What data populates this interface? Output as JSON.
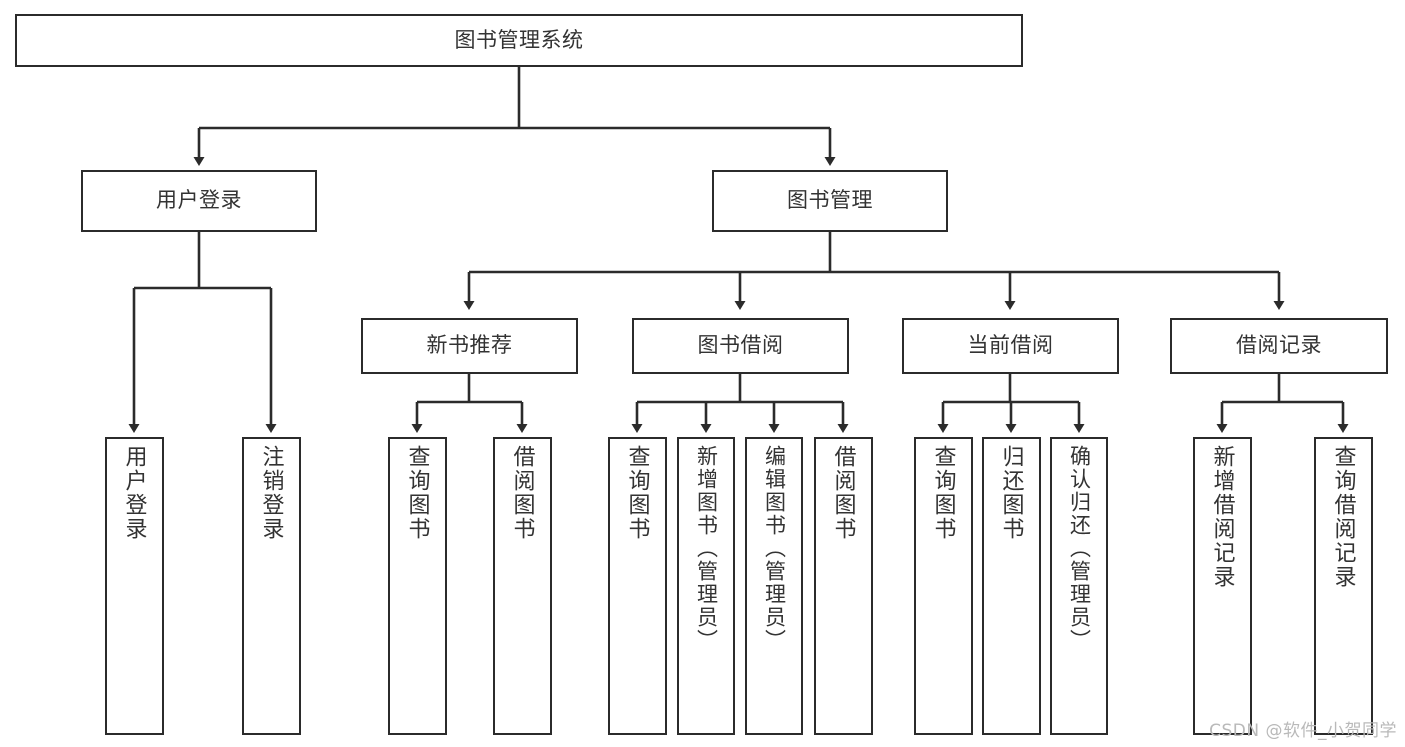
{
  "diagram": {
    "title": "图书管理系统",
    "type": "tree-hierarchy",
    "watermark": "CSDN @软件_小贺同学",
    "colors": {
      "box_border": "#2b2b2b",
      "box_fill": "#ffffff",
      "text": "#333333",
      "edge": "#2b2b2b",
      "watermark": "#b9b9b9",
      "background": "#ffffff"
    },
    "nodes": {
      "root": {
        "label": "图书管理系统"
      },
      "level2": [
        {
          "id": "user-login",
          "label": "用户登录"
        },
        {
          "id": "book-manage",
          "label": "图书管理"
        }
      ],
      "level3": [
        {
          "id": "new-book-recommend",
          "label": "新书推荐"
        },
        {
          "id": "book-borrow",
          "label": "图书借阅"
        },
        {
          "id": "current-borrow",
          "label": "当前借阅"
        },
        {
          "id": "borrow-record",
          "label": "借阅记录"
        }
      ],
      "leaves": {
        "user-login": [
          {
            "id": "leaf-user-login",
            "label": "用户登录"
          },
          {
            "id": "leaf-logout-login",
            "label": "注销登录"
          }
        ],
        "new-book-recommend": [
          {
            "id": "leaf-query-book-1",
            "label": "查询图书"
          },
          {
            "id": "leaf-borrow-book-1",
            "label": "借阅图书"
          }
        ],
        "book-borrow": [
          {
            "id": "leaf-query-book-2",
            "label": "查询图书"
          },
          {
            "id": "leaf-add-book",
            "label": "新增图书（管理员）"
          },
          {
            "id": "leaf-edit-book",
            "label": "编辑图书（管理员）"
          },
          {
            "id": "leaf-borrow-book-2",
            "label": "借阅图书"
          }
        ],
        "current-borrow": [
          {
            "id": "leaf-query-book-3",
            "label": "查询图书"
          },
          {
            "id": "leaf-return-book",
            "label": "归还图书"
          },
          {
            "id": "leaf-confirm-return",
            "label": "确认归还（管理员）"
          }
        ],
        "borrow-record": [
          {
            "id": "leaf-add-record",
            "label": "新增借阅记录"
          },
          {
            "id": "leaf-query-record",
            "label": "查询借阅记录"
          }
        ]
      }
    }
  }
}
